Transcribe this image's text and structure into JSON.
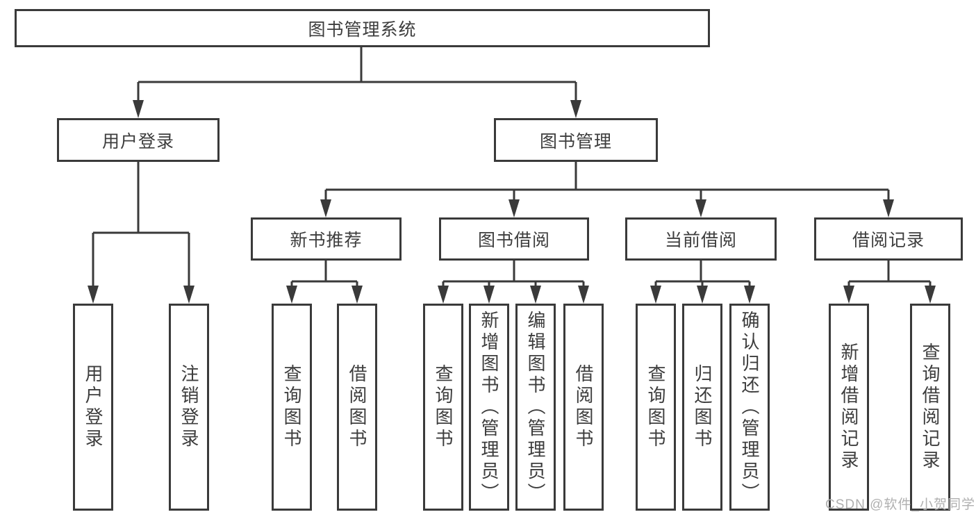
{
  "diagram": {
    "type": "tree",
    "root": {
      "label": "图书管理系统"
    },
    "branches": [
      {
        "label": "用户登录",
        "children": [
          "用户登录",
          "注销登录"
        ]
      },
      {
        "label": "图书管理",
        "sections": [
          {
            "label": "新书推荐",
            "children": [
              "查询图书",
              "借阅图书"
            ]
          },
          {
            "label": "图书借阅",
            "children": [
              "查询图书",
              "新增图书（管理员）",
              "编辑图书（管理员）",
              "借阅图书"
            ]
          },
          {
            "label": "当前借阅",
            "children": [
              "查询图书",
              "归还图书",
              "确认归还（管理员）"
            ]
          },
          {
            "label": "借阅记录",
            "children": [
              "新增借阅记录",
              "查询借阅记录"
            ]
          }
        ]
      }
    ]
  },
  "watermark": "CSDN @软件_小贺同学",
  "colors": {
    "line": "#3a3a3a",
    "text": "#3d3d3d",
    "box_background": "#ffffff",
    "page_background": "#ffffff",
    "watermark": "#b0b0b0"
  }
}
